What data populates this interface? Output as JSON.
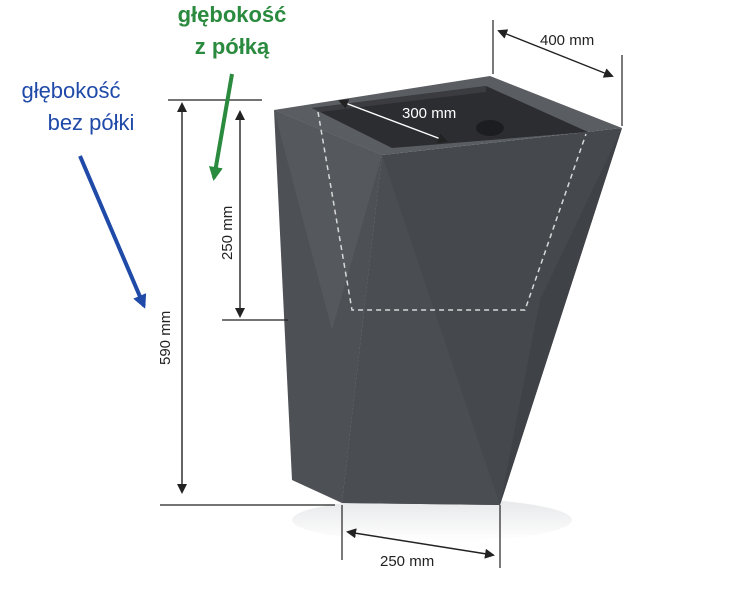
{
  "labels": {
    "depth_with_shelf": [
      "głębokość",
      "z półką"
    ],
    "depth_without_shelf": [
      "głębokość",
      "bez półki"
    ]
  },
  "dimensions": {
    "top_outer_width": "400 mm",
    "top_inner_width": "300 mm",
    "shelf_depth": "250 mm",
    "total_height": "590 mm",
    "bottom_width": "250 mm"
  },
  "colors": {
    "planter": "#4a4d52",
    "shelf_label": "#2a8a3e",
    "no_shelf_label": "#1f4aa8",
    "dimension_line": "#222222"
  }
}
